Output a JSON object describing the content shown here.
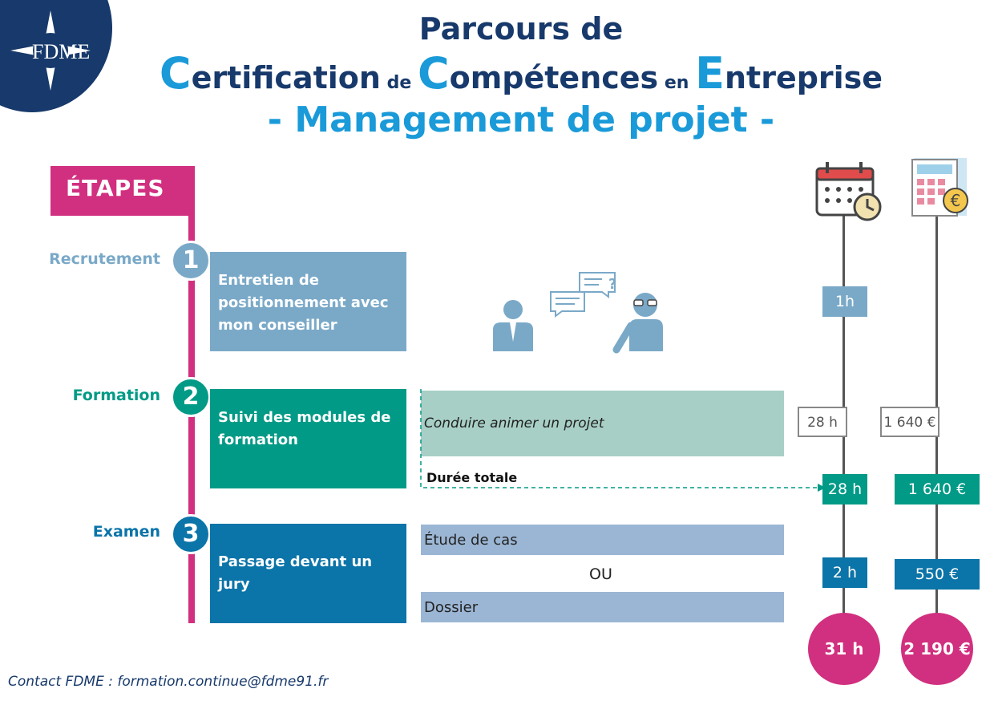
{
  "logo": {
    "text": "FDME"
  },
  "title": {
    "line1": "Parcours de",
    "line2": [
      {
        "text": "C",
        "big": true
      },
      {
        "text": "ertification",
        "big": false
      },
      {
        "text": " de ",
        "small": true
      },
      {
        "text": "C",
        "big": true
      },
      {
        "text": "ompétences",
        "big": false
      },
      {
        "text": " en ",
        "small": true
      },
      {
        "text": "E",
        "big": true
      },
      {
        "text": "ntreprise",
        "big": false
      }
    ],
    "subtitle": "- Management de projet -"
  },
  "etapes_label": "ÉTAPES",
  "colors": {
    "pink": "#d12f7f",
    "navy": "#17396b",
    "blue": "#1a9ad8",
    "light_blue": "#7aa9c8",
    "green": "#009a86",
    "dark_blue": "#0b74a8"
  },
  "stages": [
    {
      "label": "Recrutement",
      "number": "1",
      "box_text": "Entretien de positionnement avec mon conseiller",
      "color": "#7aa9c8",
      "duration": "1h"
    },
    {
      "label": "Formation",
      "number": "2",
      "box_text": "Suivi des modules de formation",
      "color": "#009a86",
      "module": "Conduire animer un projet",
      "module_duration": "28 h",
      "module_price": "1 640 €",
      "total_label": "Durée totale",
      "duration": "28 h",
      "price": "1 640 €"
    },
    {
      "label": "Examen",
      "number": "3",
      "box_text": "Passage devant un jury",
      "color": "#0b74a8",
      "option1": "Étude de cas",
      "or": "OU",
      "option2": "Dossier",
      "duration": "2 h",
      "price": "550 €"
    }
  ],
  "icons": [
    "calendar-clock-icon",
    "calculator-euro-icon",
    "advisor-person-icon",
    "learner-person-icon",
    "speech-bubbles-icon"
  ],
  "totals": {
    "duration": "31 h",
    "price": "2 190 €"
  },
  "contact": "Contact FDME : formation.continue@fdme91.fr"
}
